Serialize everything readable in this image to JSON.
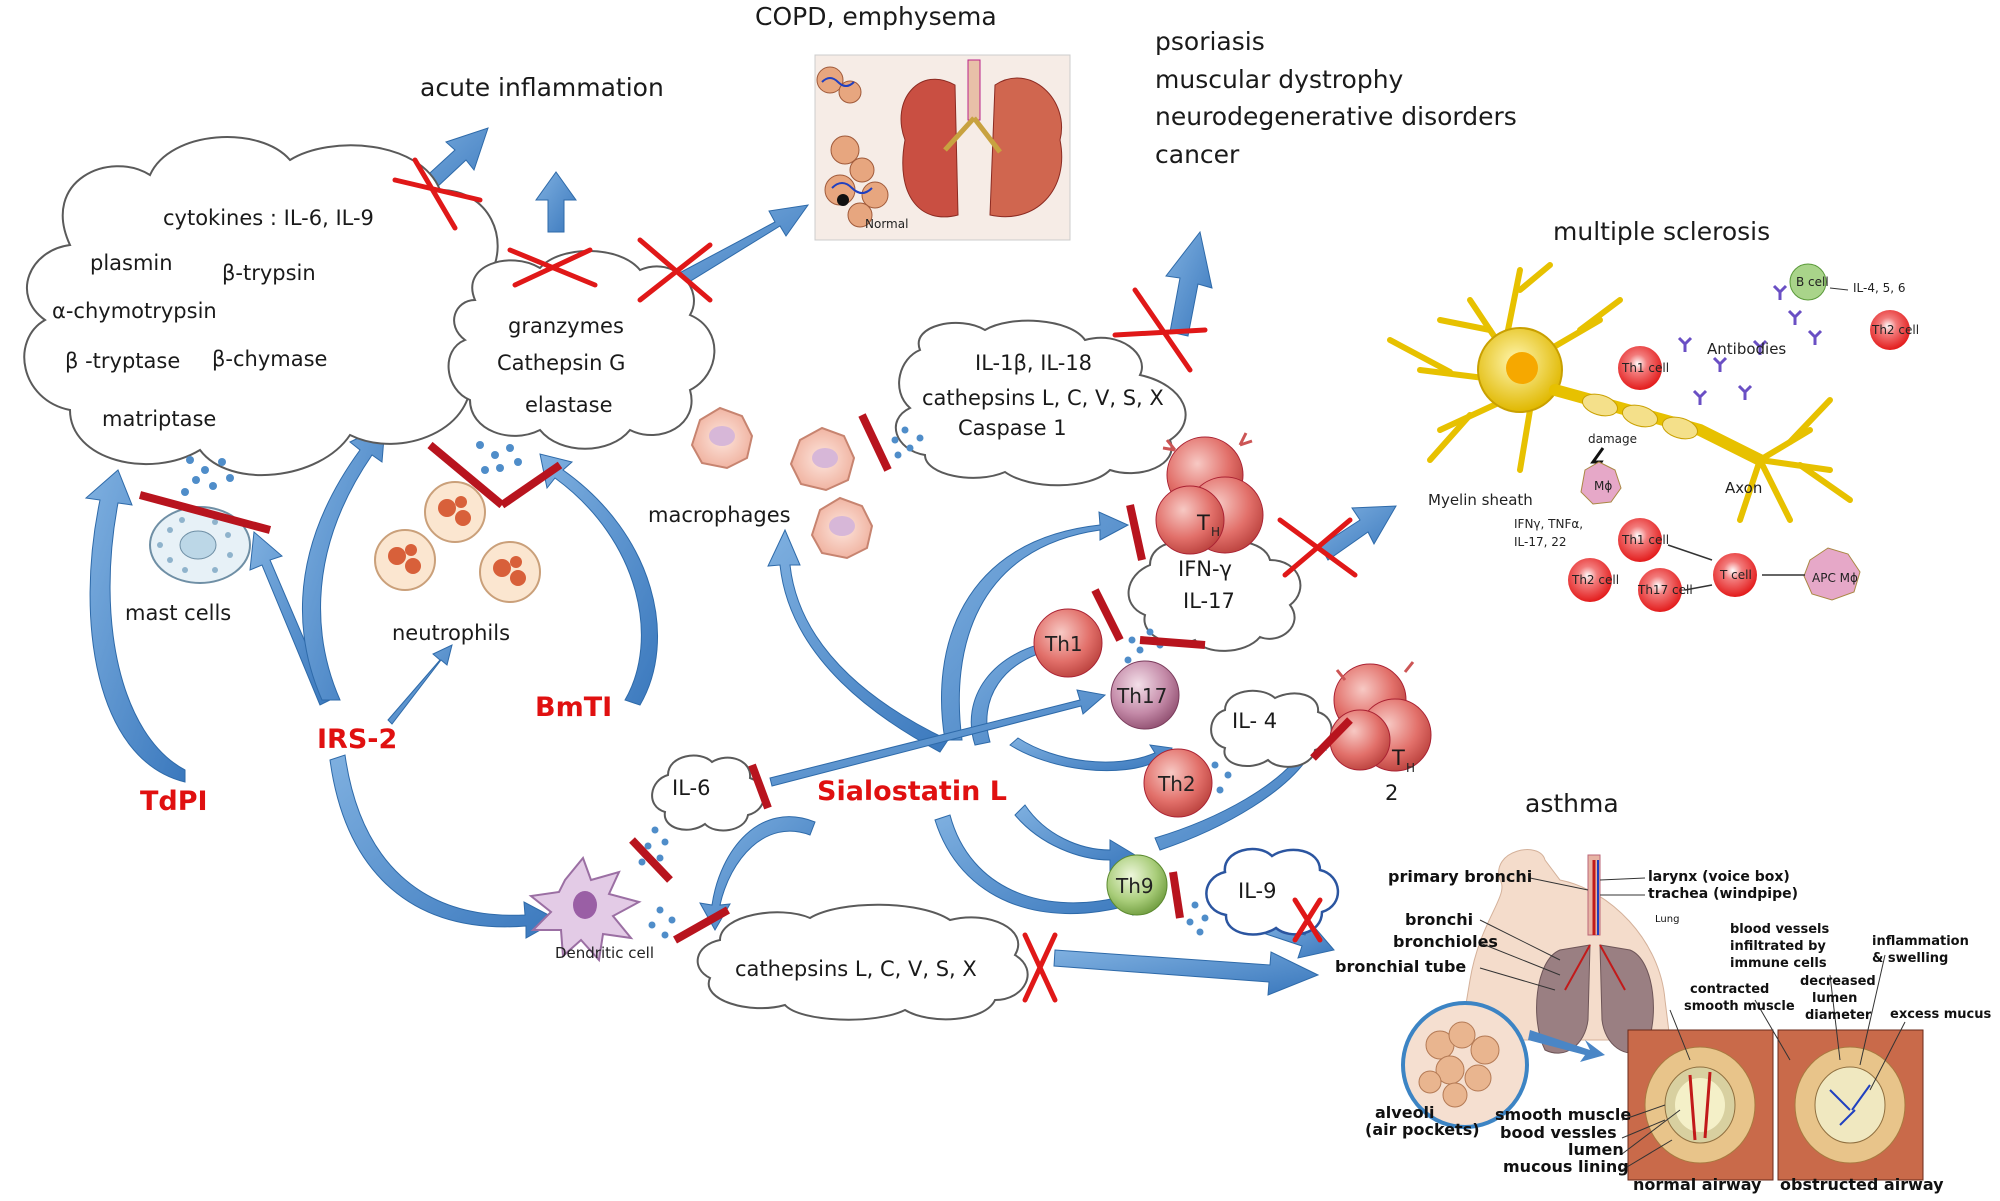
{
  "outcomes": {
    "copd": "COPD, emphysema",
    "acute": "acute inflammation",
    "diseases": [
      "psoriasis",
      "muscular dystrophy",
      "neurodegenerative disorders",
      "cancer"
    ],
    "ms": "multiple sclerosis",
    "asthma": "asthma"
  },
  "cloud_mast": [
    "cytokines : IL-6, IL-9",
    "plasmin",
    "β-trypsin",
    "α-chymotrypsin",
    "β -tryptase",
    "β-chymase",
    "matriptase"
  ],
  "cloud_neut": [
    "granzymes",
    "Cathepsin G",
    "elastase"
  ],
  "cloud_macro": [
    "IL-1β, IL-18",
    "cathepsins L, C, V, S, X",
    "Caspase 1"
  ],
  "cloud_ifn": [
    "IFN-γ",
    "IL-17"
  ],
  "cloud_il4": "IL- 4",
  "cloud_il6": "IL-6",
  "cloud_il9": "IL-9",
  "cloud_dc": "cathepsins L, C, V, S, X",
  "cells": {
    "mast": "mast cells",
    "neutrophils": "neutrophils",
    "macrophages": "macrophages",
    "dendritic": "Dendritic cell",
    "th1": "Th1",
    "th17": "Th17",
    "th2": "Th2",
    "th9": "Th9",
    "th_top": "T",
    "th_top_sub": "H",
    "th_bottom": "T",
    "th_bottom_sub": "H",
    "th_bottom_num": "2"
  },
  "inhibitors": {
    "tdpi": "TdPI",
    "irs2": "IRS-2",
    "bmti": "BmTI",
    "sialostatin": "Sialostatin L"
  },
  "ms_labels": {
    "bcell": "B cell",
    "il": "IL-4, 5, 6",
    "th2a": "Th2 cell",
    "th1a": "Th1 cell",
    "antibodies": "Antibodies",
    "damage": "damage",
    "myelin": "Myelin sheath",
    "axon": "Axon",
    "mo": "Mϕ",
    "ifn": "IFNγ, TNFα,",
    "il17": "IL-17, 22",
    "th1b": "Th1 cell",
    "th2b": "Th2 cell",
    "th17b": "Th17 cell",
    "tcell": "T cell",
    "apc": "APC Mϕ"
  },
  "asthma_labels": {
    "primary": "primary bronchi",
    "larynx": "larynx (voice box)",
    "trachea": "trachea (windpipe)",
    "lung": "Lung",
    "bronchi": "bronchi",
    "bronchioles": "bronchioles",
    "tube": "bronchial tube",
    "bv1": "blood vessels",
    "bv2": "infiltrated by",
    "bv3": "immune cells",
    "infl1": "inflammation",
    "infl2": "& swelling",
    "contr1": "contracted",
    "contr2": "smooth muscle",
    "dec1": "decreased",
    "dec2": "lumen",
    "dec3": "diameter",
    "mucus": "excess mucus",
    "alv1": "alveoli",
    "alv2": "(air pockets)",
    "sm": "smooth muscle",
    "bv": "bood vessles",
    "lumen": "lumen",
    "ml": "mucous lining",
    "normal": "normal airway",
    "obstructed": "obstructed airway"
  },
  "copd_label": "Normal",
  "colors": {
    "arrow": "#4a86c6",
    "arrow_dark": "#2e6aa9",
    "block": "#b8141e",
    "cross": "#e01818",
    "inhibitor": "#e01010"
  }
}
